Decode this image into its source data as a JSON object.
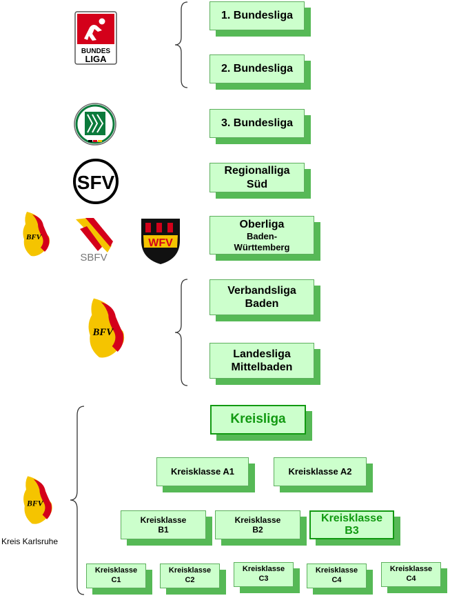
{
  "leagues": {
    "bundesliga1": "1. Bundesliga",
    "bundesliga2": "2. Bundesliga",
    "bundesliga3": "3. Bundesliga",
    "regionalliga": [
      "Regionalliga",
      "Süd"
    ],
    "oberliga": [
      "Oberliga",
      "Baden-",
      "Württemberg"
    ],
    "verbandsliga": [
      "Verbandsliga",
      "Baden"
    ],
    "landesliga": [
      "Landesliga",
      "Mittelbaden"
    ],
    "kreisliga": "Kreisliga",
    "kreisklasse_a": [
      "Kreisklasse A1",
      "Kreisklasse A2"
    ],
    "kreisklasse_b": [
      [
        "Kreisklasse",
        "B1"
      ],
      [
        "Kreisklasse",
        "B2"
      ],
      [
        "Kreisklasse",
        "B3"
      ]
    ],
    "kreisklasse_c": [
      [
        "Kreisklasse",
        "C1"
      ],
      [
        "Kreisklasse",
        "C2"
      ],
      [
        "Kreisklasse",
        "C3"
      ],
      [
        "Kreisklasse",
        "C4"
      ],
      [
        "Kreisklasse",
        "C4"
      ]
    ]
  },
  "logos": {
    "bundesliga": {
      "text_top": "BUNDES",
      "text_bottom": "LIGA"
    },
    "sfv": {
      "text": "SFV"
    },
    "sbfv": {
      "text": "SBFV"
    },
    "wfv": {
      "text": "WFV"
    },
    "bfv": {
      "text": "BFV"
    }
  },
  "caption": "Kreis Karlsruhe",
  "colors": {
    "box_fill": "#ccffcc",
    "box_shadow": "#56b956",
    "highlight": "#119911"
  }
}
